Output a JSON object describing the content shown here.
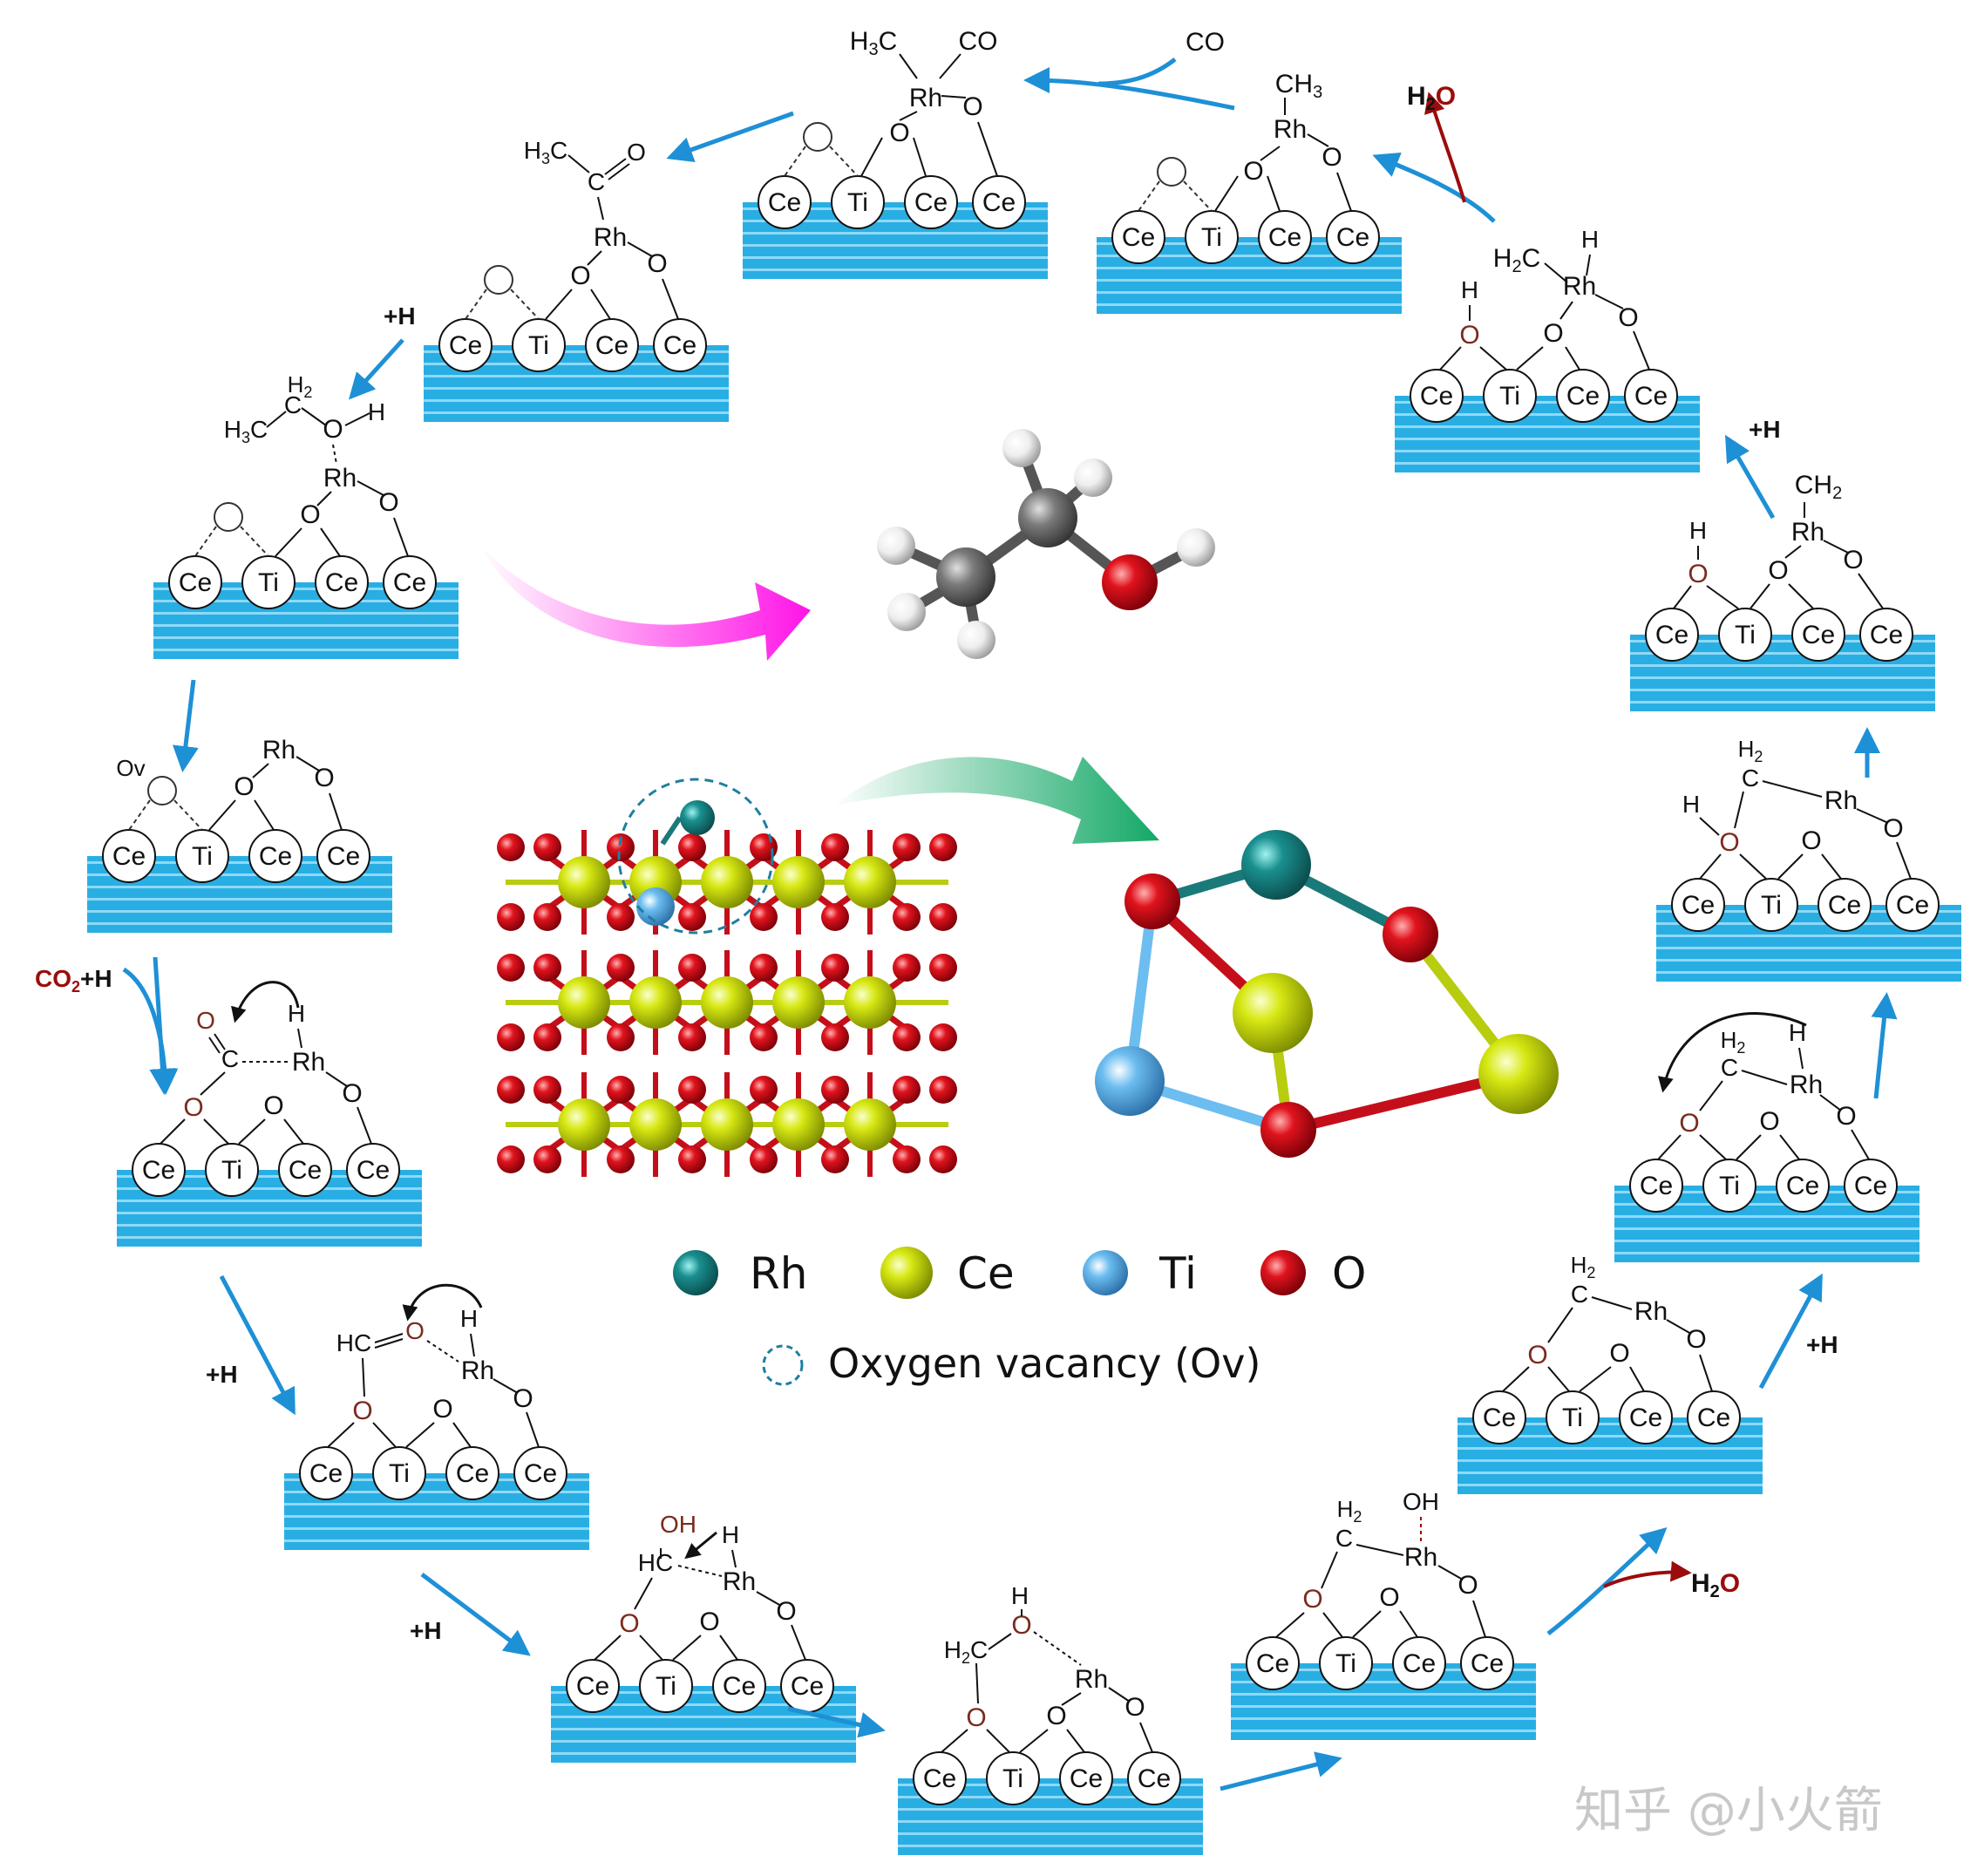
{
  "legend": {
    "rh": "Rh",
    "ce": "Ce",
    "ti": "Ti",
    "o": "O",
    "ov": "Oxygen vacancy (Ov)"
  },
  "watermark": "知乎 @小火箭",
  "labels": {
    "ov": "Ov",
    "co2h": "CO2+H",
    "plus_h": "+H",
    "co": "CO",
    "h2o": "H2O"
  },
  "colors": {
    "surface": "#29aee4",
    "surface_line": "#8fd9f7",
    "arrow_blue": "#1e90d6",
    "rh": "#1a8f8f",
    "ce": "#d7e813",
    "ti": "#5ab0e8",
    "o": "#e0131d",
    "bond_red": "#c40f1a",
    "arrow_magenta": "#ff14e6",
    "arrow_green": "#13a866"
  }
}
